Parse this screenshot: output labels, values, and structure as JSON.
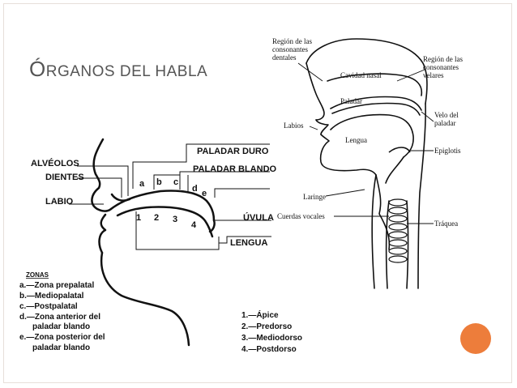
{
  "slide": {
    "title_initial": "Ó",
    "title_rest_1": "RGANOS DEL ",
    "title_rest_2": "HABLA",
    "accent_color": "#ed7d3b"
  },
  "left_diagram": {
    "labels": {
      "alveolos": "ALVÉOLOS",
      "dientes": "DIENTES",
      "labio": "LABIO",
      "paladar_duro": "PALADAR DURO",
      "paladar_blando": "PALADAR BLANDO",
      "uvula": "ÚVULA",
      "lengua": "LENGUA"
    },
    "zone_letters": [
      "a",
      "b",
      "c",
      "d",
      "e"
    ],
    "tongue_numbers": [
      "1",
      "2",
      "3",
      "4"
    ],
    "zonas": {
      "heading": "ZONAS",
      "items": [
        "a.—Zona prepalatal",
        "b.—Mediopalatal",
        "c.—Postpalatal",
        "d.—Zona anterior del",
        "paladar blando",
        "e.—Zona posterior del",
        "paladar blando"
      ]
    },
    "tongue_parts": [
      "1.—Ápice",
      "2.—Predorso",
      "3.—Mediodorso",
      "4.—Postdorso"
    ]
  },
  "right_diagram": {
    "labels": {
      "region_dentales": [
        "Región de las",
        "consonantes",
        "dentales"
      ],
      "cavidad_nasal": "Cavidad nasal",
      "region_velares": [
        "Región de las",
        "consonantes",
        "velares"
      ],
      "paladar": "Paladar",
      "velo_del_paladar": [
        "Velo del",
        "paladar"
      ],
      "labios": "Labios",
      "lengua": "Lengua",
      "epiglotis": "Epiglotis",
      "laringe": "Laringe",
      "cuerdas_vocales": "Cuerdas vocales",
      "traquea": "Tráquea"
    }
  }
}
